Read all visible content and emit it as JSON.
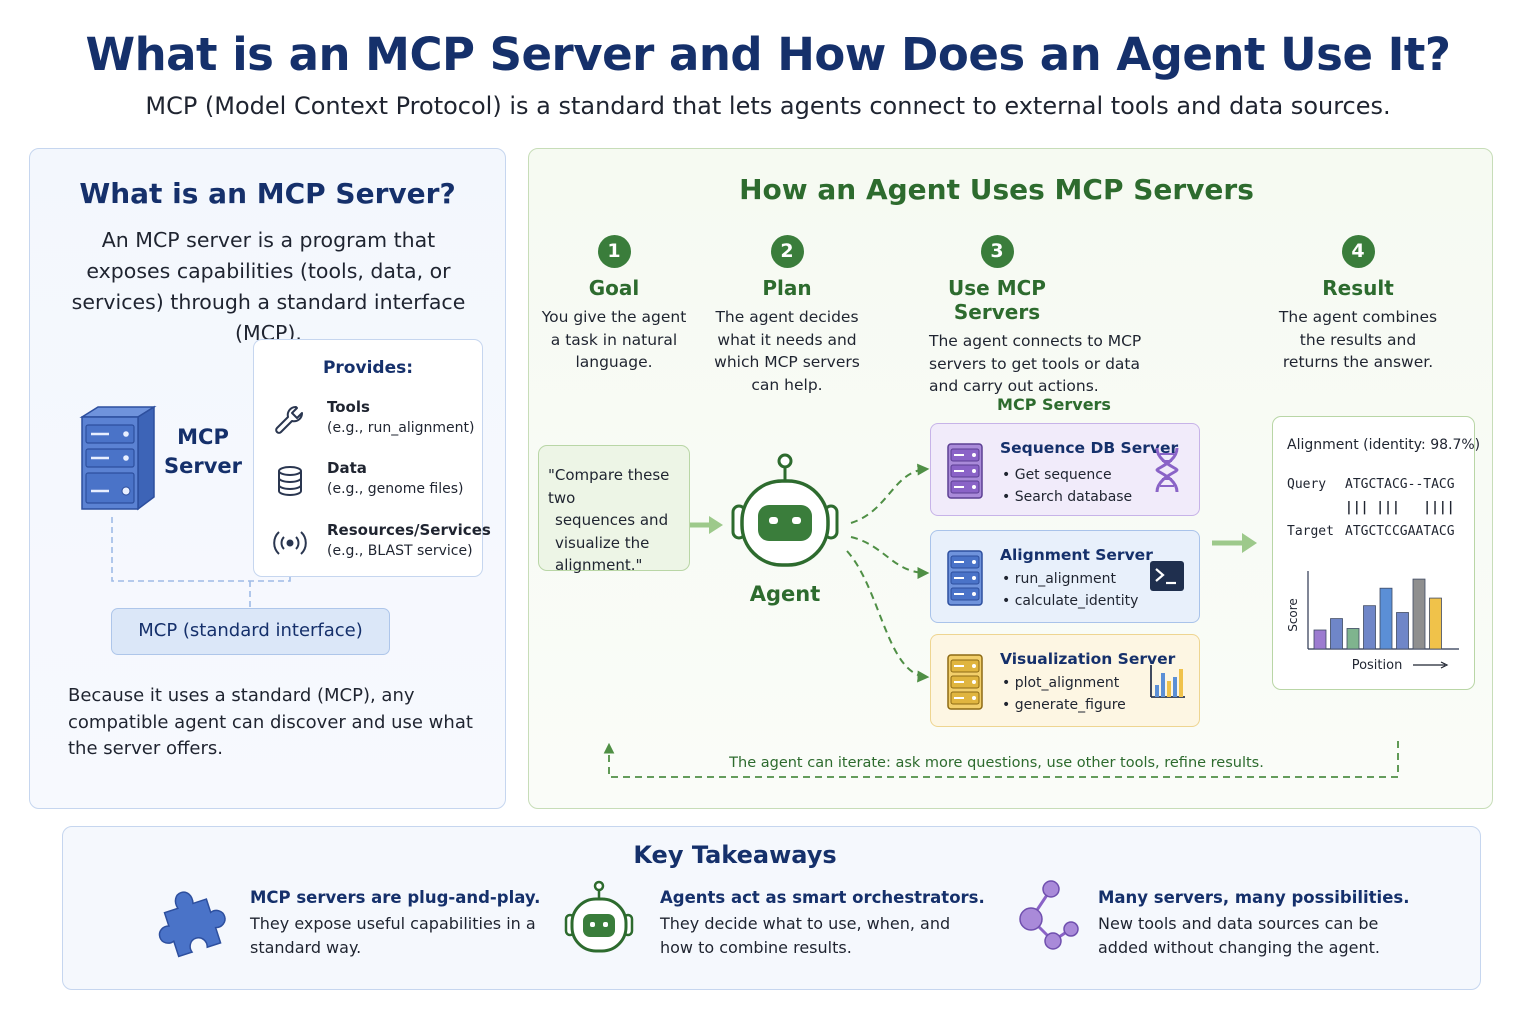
{
  "header": {
    "title": "What is an MCP Server and How Does an Agent Use It?",
    "subtitle": "MCP (Model Context Protocol) is a standard that lets agents connect to external tools and data sources."
  },
  "left": {
    "title": "What is an MCP Server?",
    "description": "An MCP server is a program that exposes capabilities (tools, data, or services) through a standard interface (MCP).",
    "server_label_line1": "MCP",
    "server_label_line2": "Server",
    "provides_title": "Provides:",
    "provides": [
      {
        "name": "Tools",
        "example": "(e.g., run_alignment)",
        "icon": "wrench-icon"
      },
      {
        "name": "Data",
        "example": "(e.g., genome files)",
        "icon": "database-icon"
      },
      {
        "name": "Resources/Services",
        "example": "(e.g., BLAST service)",
        "icon": "broadcast-icon"
      }
    ],
    "interface_label": "MCP (standard interface)",
    "footer": "Because it uses a standard (MCP), any compatible agent can discover and use what the server offers."
  },
  "right": {
    "title": "How an Agent Uses MCP Servers",
    "steps": [
      {
        "num": "1",
        "name": "Goal",
        "desc_lines": [
          "You give the agent",
          "a task in natural",
          "language."
        ]
      },
      {
        "num": "2",
        "name": "Plan",
        "desc_lines": [
          "The agent decides",
          "what it needs and",
          "which MCP servers",
          "can help."
        ]
      },
      {
        "num": "3",
        "name": "Use MCP Servers",
        "desc_lines": [
          "The agent connects to MCP",
          "servers to get tools or data",
          "and carry out actions."
        ]
      },
      {
        "num": "4",
        "name": "Result",
        "desc_lines": [
          "The agent combines",
          "the results and",
          "returns the answer."
        ]
      }
    ],
    "quote_lines": [
      "\"Compare these two",
      "sequences and",
      "visualize the",
      "alignment.\""
    ],
    "agent_label": "Agent",
    "servers_label": "MCP Servers",
    "servers": [
      {
        "name": "Sequence DB Server",
        "items": [
          "Get sequence",
          "Search database"
        ],
        "accent": "#8a63c7",
        "bg": "#f1ebfa",
        "border": "#c7b3e8",
        "badge_icon": "dna-icon"
      },
      {
        "name": "Alignment Server",
        "items": [
          "run_alignment",
          "calculate_identity"
        ],
        "accent": "#3a68c2",
        "bg": "#e8f0fb",
        "border": "#a9c3ea",
        "badge_icon": "terminal-icon"
      },
      {
        "name": "Visualization Server",
        "items": [
          "plot_alignment",
          "generate_figure"
        ],
        "accent": "#e0b53f",
        "bg": "#fdf6e3",
        "border": "#eed591",
        "badge_icon": "bar-chart-icon"
      }
    ],
    "result": {
      "title": "Alignment (identity: 98.7%)",
      "query_label": "Query",
      "query_seq": "ATGCTACG--TACG",
      "match_line": "||| |||   ||||",
      "target_label": "Target",
      "target_seq": "ATGCTCCGAATACG",
      "chart_ylabel": "Score",
      "chart_xlabel": "Position",
      "bars": [
        {
          "value": 0.25,
          "color": "#9c7bd0"
        },
        {
          "value": 0.4,
          "color": "#6f86c8"
        },
        {
          "value": 0.27,
          "color": "#7fb48e"
        },
        {
          "value": 0.57,
          "color": "#6f86c8"
        },
        {
          "value": 0.8,
          "color": "#5b8fd6"
        },
        {
          "value": 0.48,
          "color": "#6f86c8"
        },
        {
          "value": 0.92,
          "color": "#8f8f8f"
        },
        {
          "value": 0.67,
          "color": "#f0c24a"
        }
      ]
    },
    "iterate_note": "The agent can iterate: ask more questions, use other tools, refine results."
  },
  "takeaways": {
    "title": "Key Takeaways",
    "items": [
      {
        "head": "MCP servers are plug-and-play.",
        "body_lines": [
          "They expose useful capabilities in a",
          "standard way."
        ],
        "icon": "puzzle-icon"
      },
      {
        "head": "Agents act as smart orchestrators.",
        "body_lines": [
          "They decide what to use, when, and",
          "how to combine results."
        ],
        "icon": "robot-icon"
      },
      {
        "head": "Many servers, many possibilities.",
        "body_lines": [
          "New tools and data sources can be",
          "added without changing the agent."
        ],
        "icon": "network-icon"
      }
    ]
  },
  "colors": {
    "navy": "#15306b",
    "green": "#2d6b2e",
    "green_badge": "#3a7d3b",
    "server_blue": "#4a73c8"
  }
}
